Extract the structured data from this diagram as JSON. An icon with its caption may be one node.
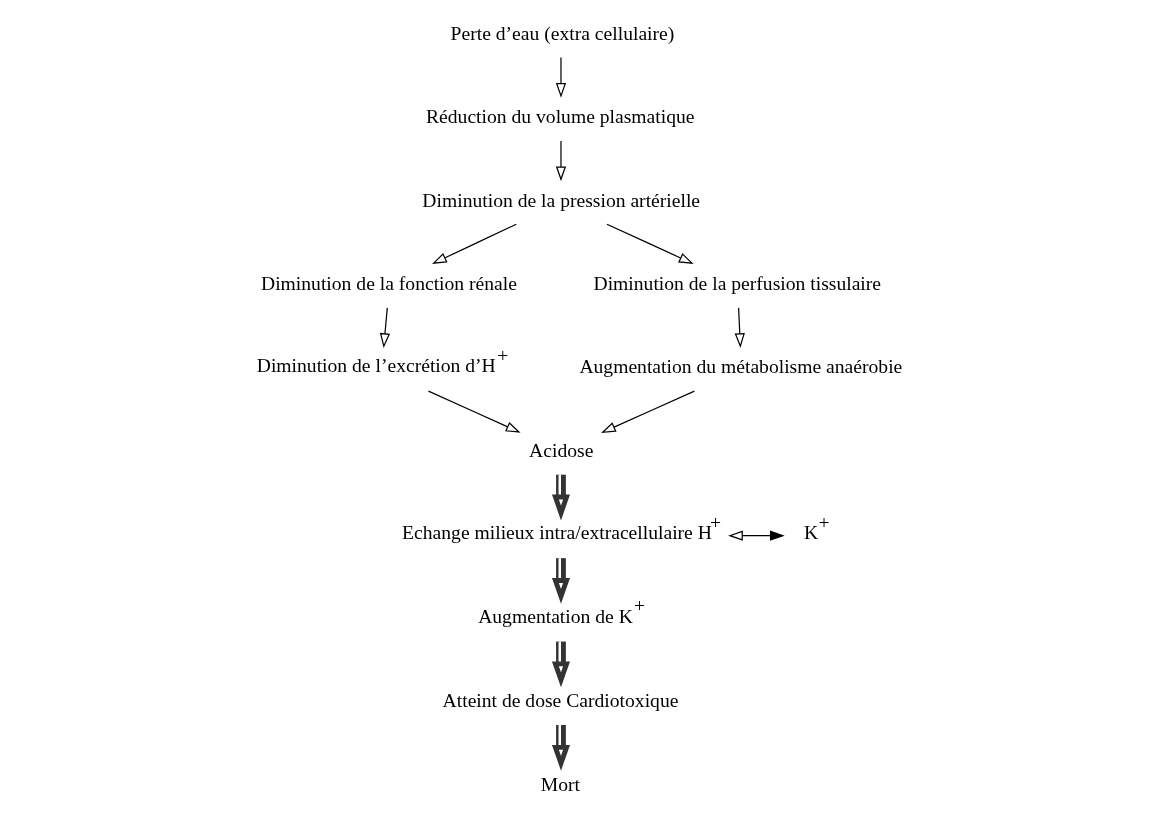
{
  "diagram": {
    "nodes": [
      {
        "text": [
          "Perte d’eau (extra cellulaire)"
        ]
      },
      {
        "text": [
          "Réduction du volume plasmatique"
        ]
      },
      {
        "text": [
          "Diminution de la pression artérielle"
        ]
      },
      {
        "text": [
          "Diminution de la fonction rénale"
        ]
      },
      {
        "text": [
          "Diminution de la perfusion tissulaire"
        ]
      },
      {
        "text": [
          "Diminution de l’excrétion d’H$^{+}$"
        ]
      },
      {
        "text": [
          "Augmentation du métabolisme anaérobie"
        ]
      },
      {
        "text": [
          "Acidose"
        ]
      },
      {
        "text": [
          "Echange milieux intra/extracellulaire H$^{+}$"
        ]
      },
      {
        "text": [
          "K$^{+}$"
        ]
      },
      {
        "text": [
          "Augmentation de K$^{+}$"
        ]
      },
      {
        "text": [
          "Atteint de dose Cardiotoxique"
        ]
      },
      {
        "text": [
          "Mort"
        ]
      }
    ],
    "edges": [
      {
        "from": 0,
        "to": 1,
        "arrow": "to"
      },
      {
        "from": 1,
        "to": 2,
        "arrow": "to"
      },
      {
        "from": 2,
        "to": 3,
        "arrow": "to"
      },
      {
        "from": 2,
        "to": 4,
        "arrow": "to"
      },
      {
        "from": 3,
        "to": 5,
        "arrow": "to"
      },
      {
        "from": 4,
        "to": 6,
        "arrow": "to"
      },
      {
        "from": 5,
        "to": 7,
        "arrow": "to"
      },
      {
        "from": 6,
        "to": 7,
        "arrow": "to"
      },
      {
        "from": 7,
        "to": 8,
        "arrow": "to",
        "style": "thick"
      },
      {
        "from": 8,
        "to": 9,
        "arrow": "both"
      },
      {
        "from": 8,
        "to": 10,
        "arrow": "to",
        "style": "thick"
      },
      {
        "from": 10,
        "to": 11,
        "arrow": "to",
        "style": "thick"
      },
      {
        "from": 11,
        "to": 12,
        "arrow": "to",
        "style": "thick"
      }
    ]
  }
}
